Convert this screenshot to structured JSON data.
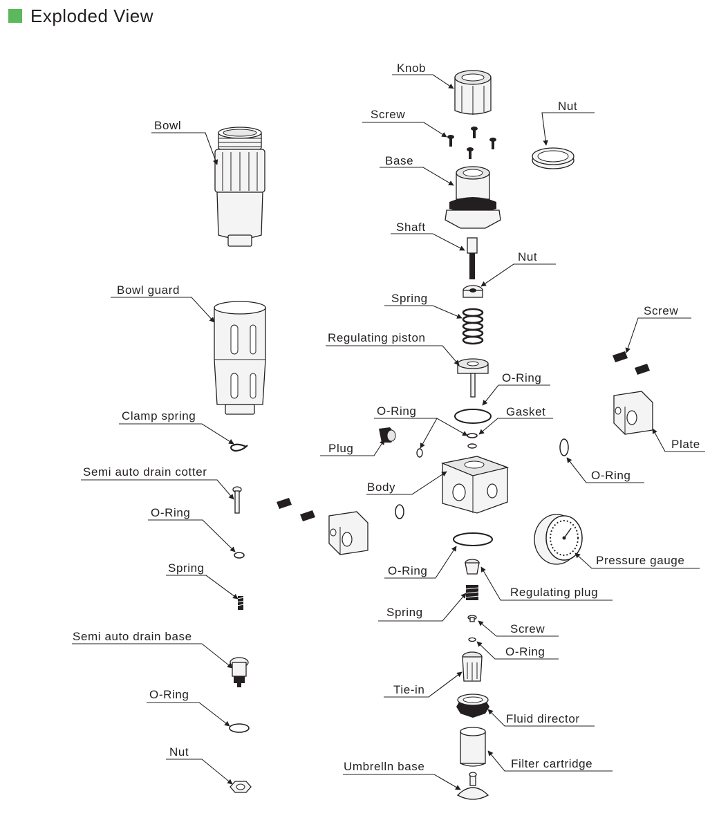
{
  "header": {
    "title": "Exploded View",
    "accent_color": "#5cb85c"
  },
  "labels": {
    "knob": "Knob",
    "screw_top": "Screw",
    "nut_top": "Nut",
    "bowl": "Bowl",
    "base": "Base",
    "shaft": "Shaft",
    "nut_mid": "Nut",
    "bowl_guard": "Bowl guard",
    "spring_top": "Spring",
    "regulating_piston": "Regulating piston",
    "screw_right": "Screw",
    "o_ring_top": "O-Ring",
    "o_ring_left": "O-Ring",
    "gasket": "Gasket",
    "clamp_spring": "Clamp spring",
    "plate": "Plate",
    "plug": "Plug",
    "semi_auto_drain_cotter": "Semi auto drain cotter",
    "o_ring_right": "O-Ring",
    "body": "Body",
    "o_ring_cotter": "O-Ring",
    "pressure_gauge": "Pressure gauge",
    "o_ring_under_body": "O-Ring",
    "spring_drain": "Spring",
    "regulating_plug": "Regulating plug",
    "spring_lower": "Spring",
    "screw_lower": "Screw",
    "semi_auto_drain_base": "Semi auto drain base",
    "o_ring_lower": "O-Ring",
    "tie_in": "Tie-in",
    "o_ring_drain": "O-Ring",
    "fluid_director": "Fluid director",
    "nut_bottom": "Nut",
    "filter_cartridge": "Filter cartridge",
    "umbrella_base": "Umbrelln base"
  }
}
